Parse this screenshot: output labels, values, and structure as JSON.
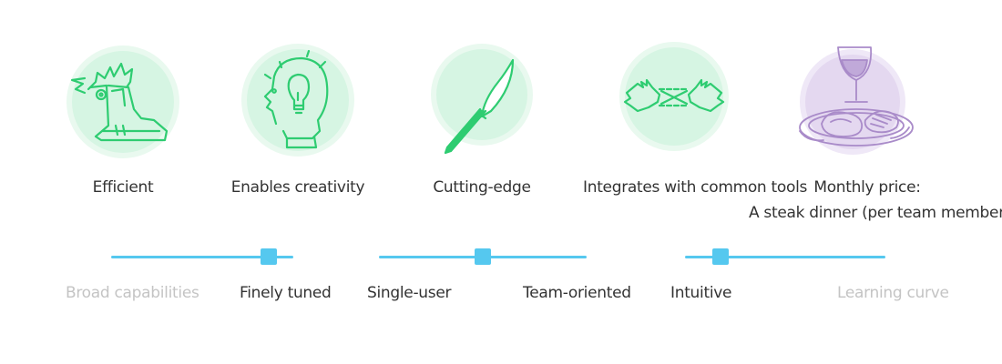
{
  "colors": {
    "mint_circle": "#d6f5e3",
    "mint_ring": "#e9f9ef",
    "mint_stroke": "#2ecc71",
    "lavender_circle": "#e4d8f0",
    "lavender_stroke": "#a98bc9",
    "slider_blue": "#55c8ef",
    "muted_text": "#c4c4c4",
    "text": "#333333"
  },
  "features": [
    {
      "icon": "boot-icon",
      "label": "Efficient"
    },
    {
      "icon": "lightbulb-head-icon",
      "label": "Enables creativity"
    },
    {
      "icon": "knife-icon",
      "label": "Cutting-edge"
    },
    {
      "icon": "hands-connecting-icon",
      "label": "Integrates with common tools"
    },
    {
      "icon": "steak-dinner-icon",
      "label_line1": "Monthly price:",
      "label_line2": "A steak dinner (per team member)"
    }
  ],
  "sliders": [
    {
      "left_label": "Broad capabilities",
      "right_label": "Finely tuned",
      "value_percent": 90
    },
    {
      "left_label": "Single-user",
      "right_label": "Team-oriented",
      "value_percent": 50
    },
    {
      "left_label": "Intuitive",
      "right_label": "Learning curve",
      "value_percent": 15
    }
  ]
}
